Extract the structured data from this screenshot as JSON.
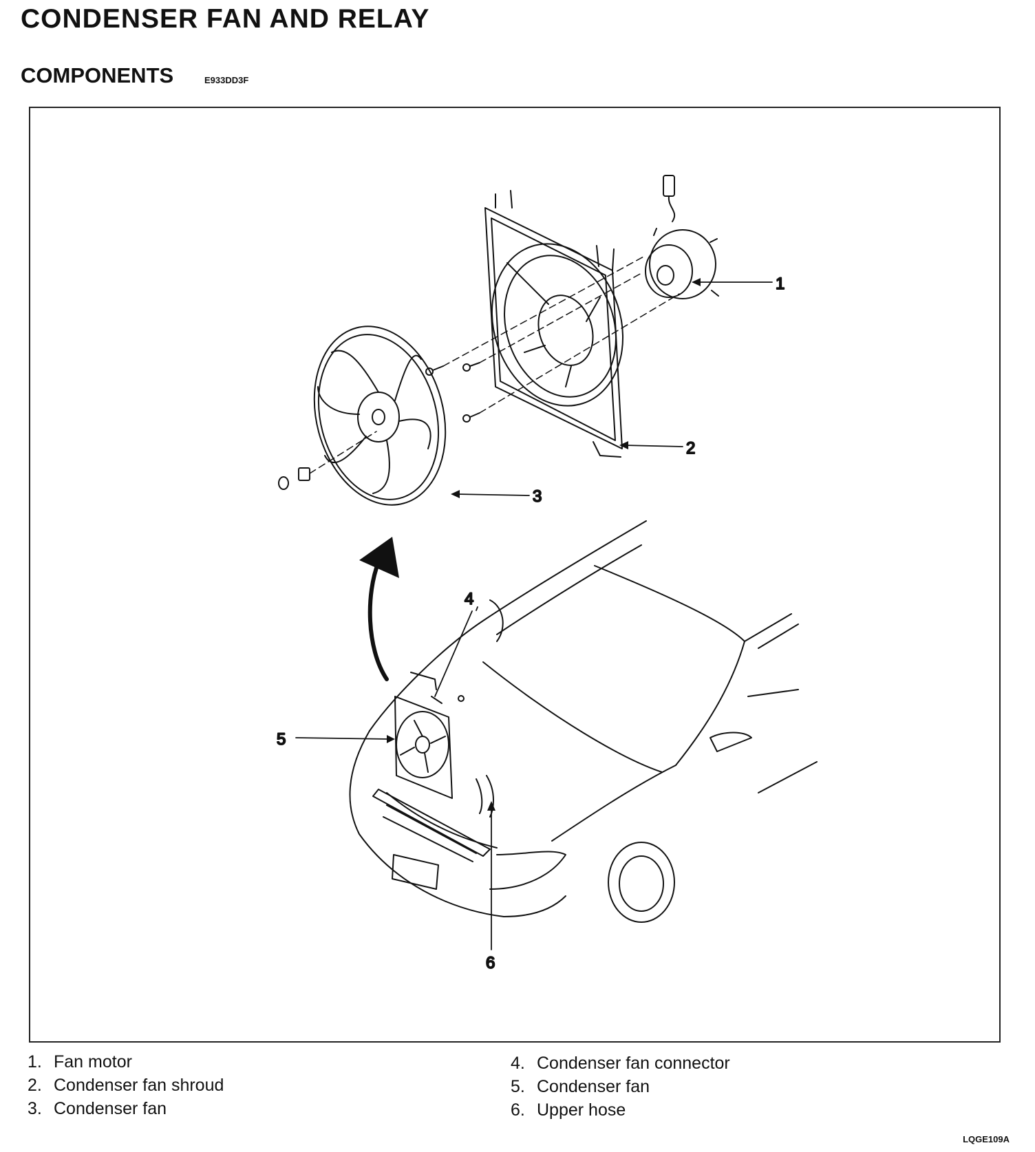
{
  "title": "CONDENSER FAN AND RELAY",
  "section": {
    "label": "COMPONENTS",
    "code": "E933DD3F"
  },
  "callouts": [
    "1",
    "2",
    "3",
    "4",
    "5",
    "6"
  ],
  "legend": {
    "left": [
      {
        "num": "1.",
        "text": "Fan motor"
      },
      {
        "num": "2.",
        "text": "Condenser fan shroud"
      },
      {
        "num": "3.",
        "text": "Condenser fan"
      }
    ],
    "right": [
      {
        "num": "4.",
        "text": "Condenser fan connector"
      },
      {
        "num": "5.",
        "text": "Condenser fan"
      },
      {
        "num": "6.",
        "text": "Upper hose"
      }
    ]
  },
  "figure_id": "LQGE109A"
}
